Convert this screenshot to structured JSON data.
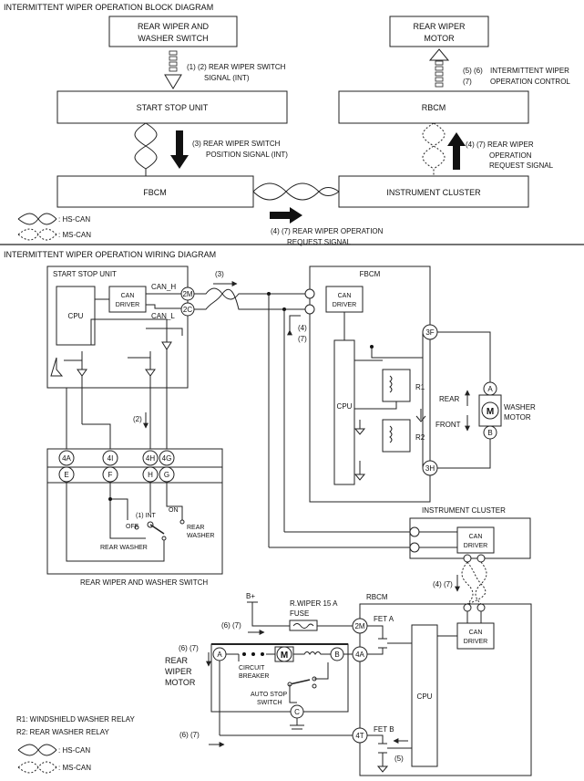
{
  "block_diagram": {
    "title": "INTERMITTENT WIPER OPERATION BLOCK DIAGRAM",
    "boxes": {
      "switch_line1": "REAR WIPER AND",
      "switch_line2": "WASHER SWITCH",
      "motor_line1": "REAR WIPER",
      "motor_line2": "MOTOR",
      "start_stop": "START STOP UNIT",
      "rbcm": "RBCM",
      "fbcm": "FBCM",
      "cluster": "INSTRUMENT CLUSTER"
    },
    "signals": {
      "s1_line1": "(1) (2) REAR WIPER SWITCH",
      "s1_line2": "SIGNAL (INT)",
      "s2_line1": "(3) REAR WIPER SWITCH",
      "s2_line2": "POSITION SIGNAL (INT)",
      "s3_line1": "(4) (7) REAR WIPER  OPERATION",
      "s3_line2": "REQUEST SIGNAL",
      "s4_line1": "(4) (7) REAR WIPER",
      "s4_line2": "OPERATION",
      "s4_line3": "REQUEST SIGNAL",
      "s5_num1": "(5) (6)",
      "s5_num2": "(7)",
      "s5_line1": "INTERMITTENT WIPER",
      "s5_line2": "OPERATION CONTROL"
    },
    "legend": {
      "hs": ": HS-CAN",
      "ms": ": MS-CAN"
    }
  },
  "wiring_diagram": {
    "title": "INTERMITTENT WIPER OPERATION WIRING DIAGRAM",
    "start_stop_unit": "START STOP UNIT",
    "cpu": "CPU",
    "can_driver_l1": "CAN",
    "can_driver_l2": "DRIVER",
    "can_h": "CAN_H",
    "can_l": "CAN_L",
    "pins": {
      "p2M": "2M",
      "p2C": "2C",
      "p3F": "3F",
      "p3H": "3H",
      "p4A": "4A",
      "p4I": "4I",
      "p4H": "4H",
      "p4G": "4G",
      "pE": "E",
      "pF": "F",
      "pH": "H",
      "pG": "G",
      "pA": "A",
      "pB": "B",
      "pC": "C",
      "r2M": "2M",
      "r4A": "4A",
      "r4T": "4T"
    },
    "step_labels": {
      "n3": "(3)",
      "n2": "(2)",
      "n4": "(4)",
      "n7": "(7)",
      "n47": "(4) (7)",
      "n67a": "(6) (7)",
      "n67b": "(6) (7)",
      "n67c": "(6) (7)",
      "n5": "(5)",
      "n1int": "(1) INT"
    },
    "fbcm": "FBCM",
    "r1": "R1",
    "r2": "R2",
    "rear": "REAR",
    "front": "FRONT",
    "washer_motor_l1": "WASHER",
    "washer_motor_l2": "MOTOR",
    "m": "M",
    "switch_name": "REAR WIPER AND WASHER SWITCH",
    "off": "OFF",
    "on": "ON",
    "rear_washer_a": "REAR WASHER",
    "rear_washer_b1": "REAR",
    "rear_washer_b2": "WASHER",
    "cluster": "INSTRUMENT CLUSTER",
    "rbcm": "RBCM",
    "bplus": "B+",
    "fuse_l1": "R.WIPER 15 A",
    "fuse_l2": "FUSE",
    "fet_a": "FET A",
    "fet_b": "FET B",
    "rear_wiper_motor_l1": "REAR",
    "rear_wiper_motor_l2": "WIPER",
    "rear_wiper_motor_l3": "MOTOR",
    "circuit_breaker_l1": "CIRCUIT",
    "circuit_breaker_l2": "BREAKER",
    "auto_stop_l1": "AUTO STOP",
    "auto_stop_l2": "SWITCH",
    "legend": {
      "r1": "R1: WINDSHIELD WASHER RELAY",
      "r2": "R2: REAR WASHER RELAY",
      "hs": ": HS-CAN",
      "ms": ": MS-CAN"
    }
  }
}
